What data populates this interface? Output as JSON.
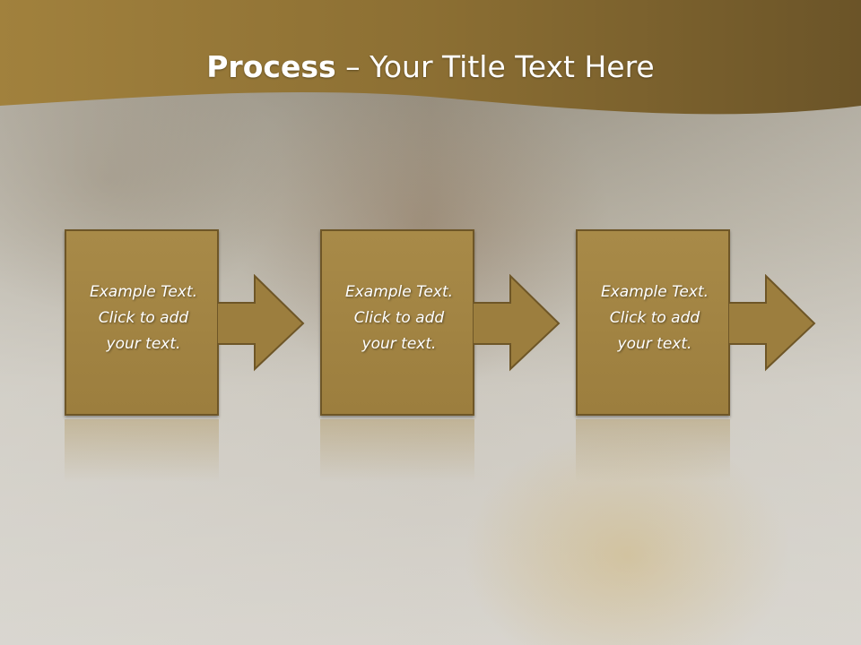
{
  "slide": {
    "title_bold": "Process",
    "title_rest": " – Your Title Text Here"
  },
  "steps": [
    {
      "text": "Example Text.\nClick  to add\nyour text."
    },
    {
      "text": "Example Text.\nClick  to add\nyour text."
    },
    {
      "text": "Example Text.\nClick  to add\nyour text."
    }
  ],
  "colors": {
    "title_band_dark": "#6b5428",
    "title_band_light": "#a1813d",
    "box_fill": "#a88a48",
    "box_border": "#6e5627",
    "text": "#ffffff"
  }
}
